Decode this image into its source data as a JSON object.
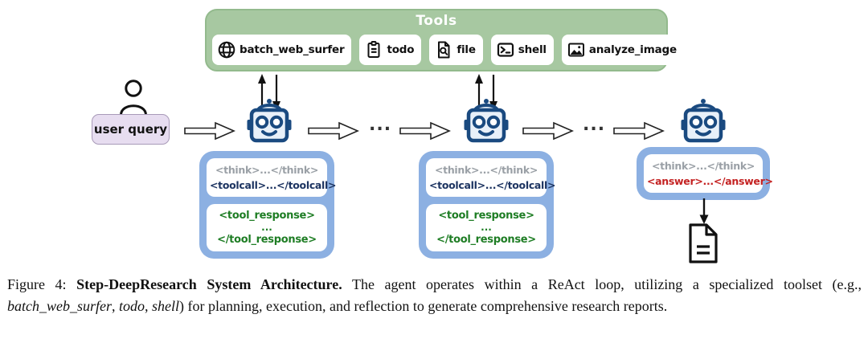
{
  "figure": {
    "tools_panel": {
      "title": "Tools",
      "items": [
        {
          "label": "batch_web_surfer",
          "icon": "globe-icon"
        },
        {
          "label": "todo",
          "icon": "clipboard-icon"
        },
        {
          "label": "file",
          "icon": "file-search-icon"
        },
        {
          "label": "shell",
          "icon": "terminal-icon"
        },
        {
          "label": "analyze_image",
          "icon": "image-icon"
        }
      ]
    },
    "user_query": {
      "label": "user query"
    },
    "ellipsis": "...",
    "agent_turns": {
      "think": "<think>...</think>",
      "toolcall": "<toolcall>...</toolcall>",
      "tool_response_open": "<tool_response>",
      "tool_response_ellipsis": "...",
      "tool_response_close": "</tool_response>",
      "answer": "<answer>...</answer>"
    },
    "colors": {
      "tools_green": "#a7c8a1",
      "agent_box_blue": "#8cb0e2",
      "user_query_lavender": "#e7ddf0",
      "robot_navy": "#1a4a80",
      "think_gray": "#9aa0a6",
      "toolcall_navy": "#1d3461",
      "tool_response_green": "#1e7d24",
      "answer_red": "#c42222"
    }
  },
  "caption": {
    "figure_label": "Figure 4: ",
    "title": "Step-DeepResearch System Architecture.",
    "body_before_tools": "  The agent operates within a ReAct loop, utilizing a specialized toolset (e.g., ",
    "tool_1": "batch_web_surfer",
    "comma_1": ", ",
    "tool_2": "todo",
    "comma_2": ", ",
    "tool_3": "shell",
    "body_after_tools": ") for planning, execution, and reflection to generate comprehensive research reports."
  }
}
